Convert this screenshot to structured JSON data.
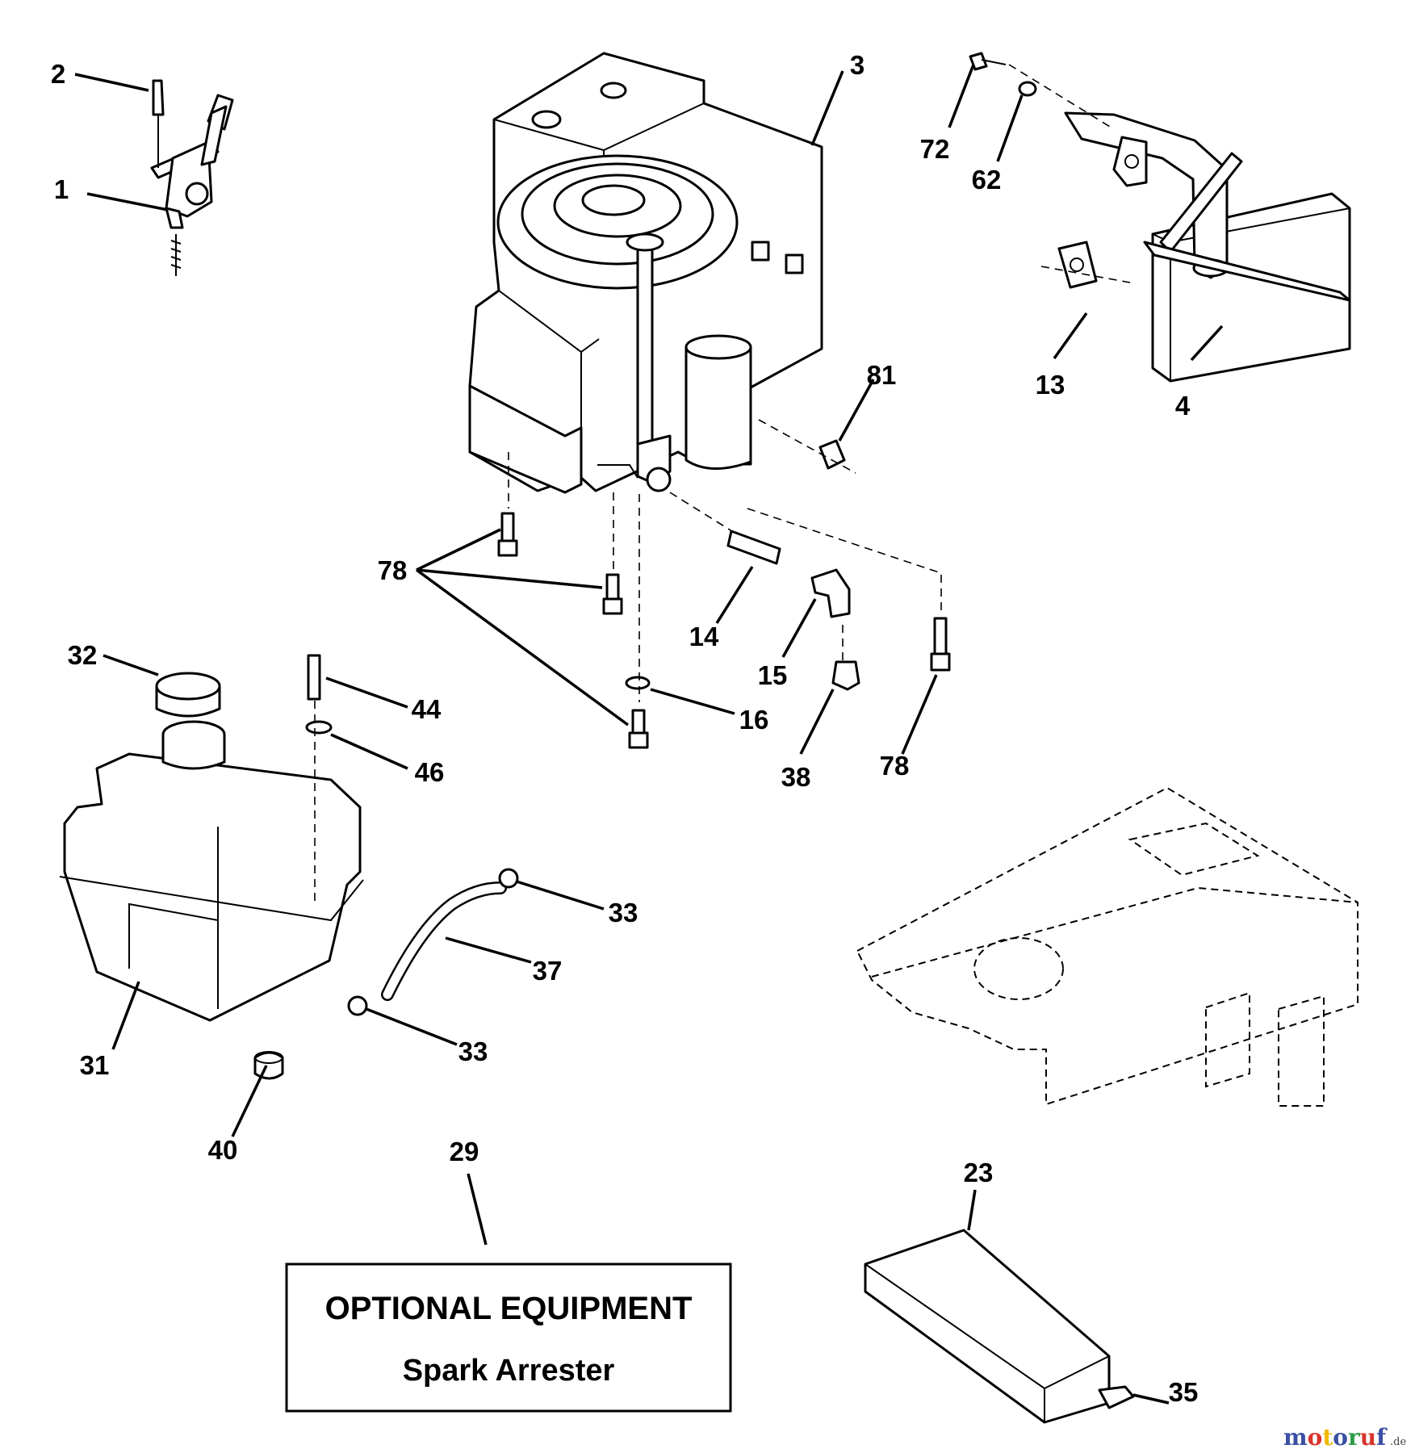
{
  "callouts": {
    "c1": "1",
    "c2": "2",
    "c3": "3",
    "c4": "4",
    "c13": "13",
    "c14": "14",
    "c15": "15",
    "c16": "16",
    "c23": "23",
    "c29": "29",
    "c31": "31",
    "c32": "32",
    "c33a": "33",
    "c33b": "33",
    "c35": "35",
    "c37": "37",
    "c38": "38",
    "c40": "40",
    "c44": "44",
    "c46": "46",
    "c62": "62",
    "c72": "72",
    "c78a": "78",
    "c78b": "78",
    "c81": "81"
  },
  "optional_box": {
    "title": "OPTIONAL EQUIPMENT",
    "subtitle": "Spark Arrester"
  },
  "watermark": {
    "brand": "motoruf",
    "suffix": ".de",
    "colors": [
      "#3a4fa3",
      "#d9342b",
      "#f2b705",
      "#3a4fa3",
      "#2e9e4a",
      "#d9342b",
      "#3a4fa3"
    ]
  }
}
